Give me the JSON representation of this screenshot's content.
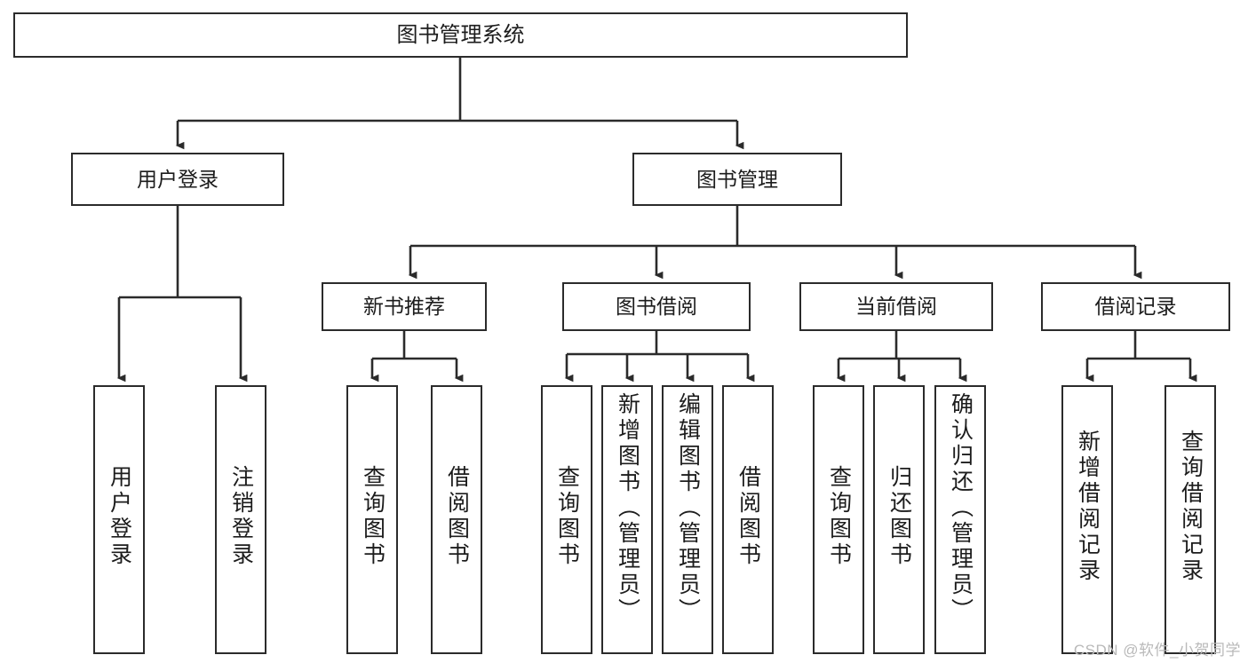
{
  "diagram": {
    "title": "图书管理系统",
    "type": "hierarchy-tree",
    "root": {
      "label": "图书管理系统"
    },
    "level2": [
      {
        "label": "用户登录"
      },
      {
        "label": "图书管理"
      }
    ],
    "level3": [
      {
        "label": "新书推荐"
      },
      {
        "label": "图书借阅"
      },
      {
        "label": "当前借阅"
      },
      {
        "label": "借阅记录"
      }
    ],
    "leaves": {
      "user_login": [
        {
          "label": "用户登录"
        },
        {
          "label": "注销登录"
        }
      ],
      "new_book_recommend": [
        {
          "label": "查询图书"
        },
        {
          "label": "借阅图书"
        }
      ],
      "book_borrow": [
        {
          "label": "查询图书"
        },
        {
          "label": "新增图书（管理员）"
        },
        {
          "label": "编辑图书（管理员）"
        },
        {
          "label": "借阅图书"
        }
      ],
      "current_borrow": [
        {
          "label": "查询图书"
        },
        {
          "label": "归还图书"
        },
        {
          "label": "确认归还（管理员）"
        }
      ],
      "borrow_record": [
        {
          "label": "新增借阅记录"
        },
        {
          "label": "查询借阅记录"
        }
      ]
    }
  },
  "watermark": {
    "text": "CSDN @软件_小贺同学"
  },
  "colors": {
    "box_border": "#2b2b2b",
    "box_fill": "#ffffff",
    "line": "#2b2b2b",
    "text": "#1c1c1c",
    "watermark": "#b9b9b9"
  }
}
